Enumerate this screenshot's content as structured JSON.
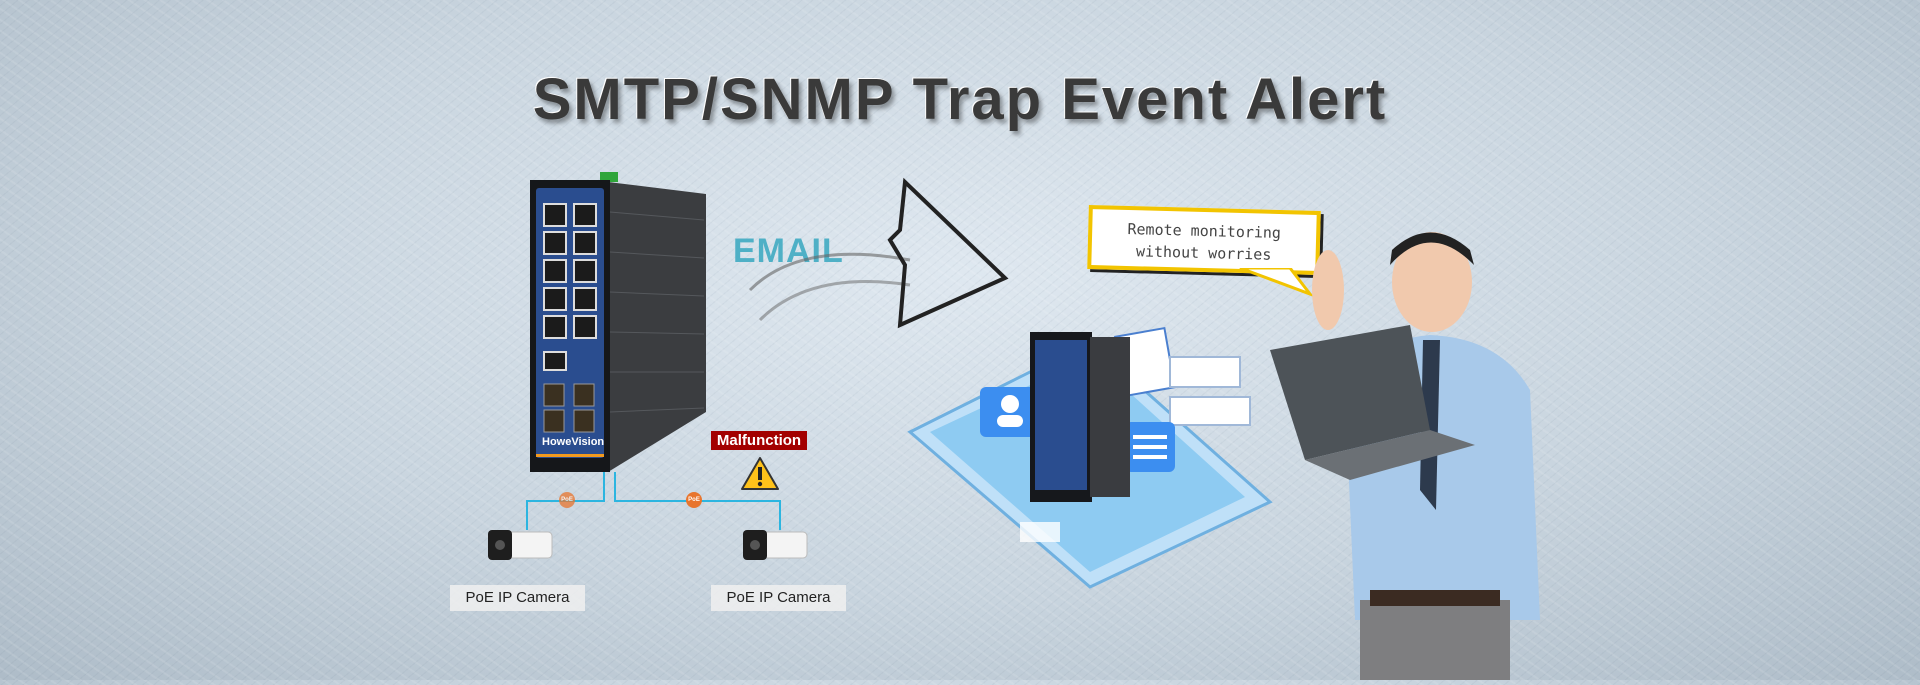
{
  "title": "SMTP/SNMP Trap Event Alert",
  "email_label": "EMAIL",
  "speech_bubble": {
    "line1": "Remote monitoring",
    "line2": "without worries"
  },
  "switch": {
    "brand": "HoweVision"
  },
  "alert": {
    "label": "Malfunction",
    "icon": "warning-icon"
  },
  "poe_badge": "PoE",
  "cameras": [
    {
      "label": "PoE IP Camera"
    },
    {
      "label": "PoE IP Camera"
    }
  ],
  "colors": {
    "email": "#4fb0c6",
    "malfunction": "#a30000",
    "bubble_border": "#f2c400",
    "wire": "#2cb5e0",
    "poe": "#e8752e"
  }
}
